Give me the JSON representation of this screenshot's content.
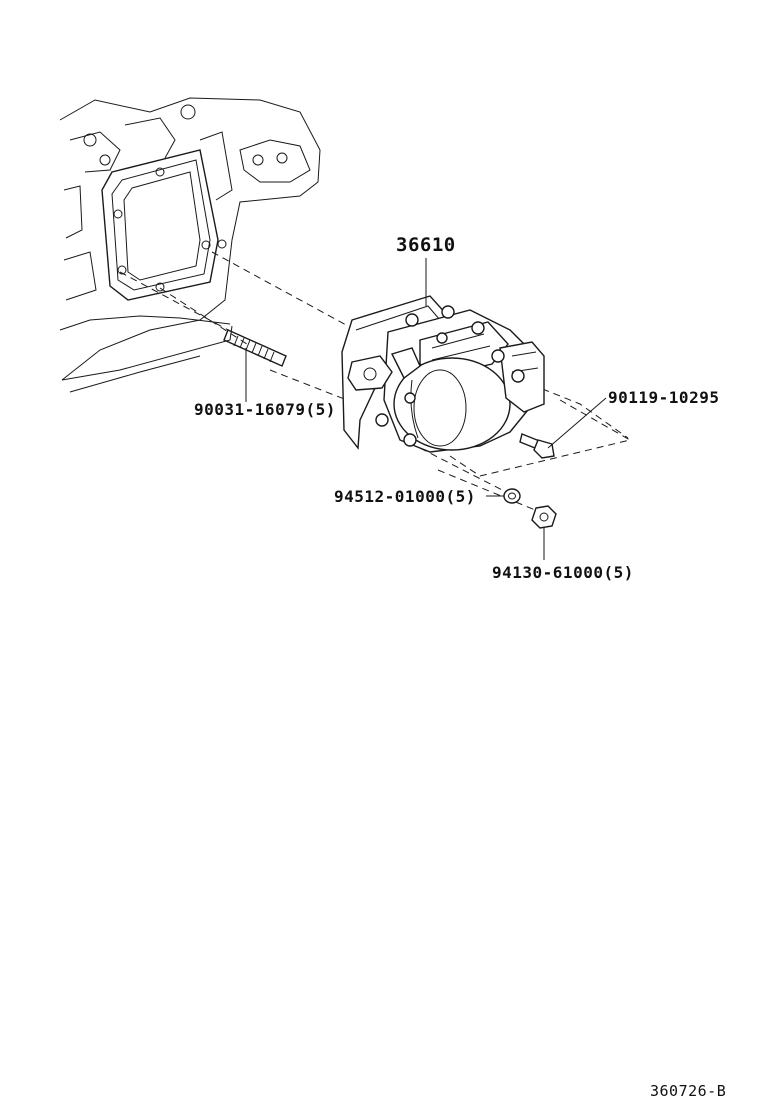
{
  "diagram": {
    "labels": {
      "main_assembly": "36610",
      "stud": "90031-16079(5)",
      "bolt": "90119-10295",
      "washer": "94512-01000(5)",
      "nut": "94130-61000(5)",
      "reference": "360726-B"
    },
    "icons": {
      "transmission_case": "transmission-case-illustration",
      "pto_assembly": "power-take-off-assembly-illustration",
      "stud": "stud-bolt-illustration",
      "bolt": "flange-bolt-illustration",
      "washer": "lock-washer-illustration",
      "nut": "hex-nut-illustration"
    },
    "colors": {
      "line": "#1a1a1a",
      "background": "#ffffff"
    }
  }
}
